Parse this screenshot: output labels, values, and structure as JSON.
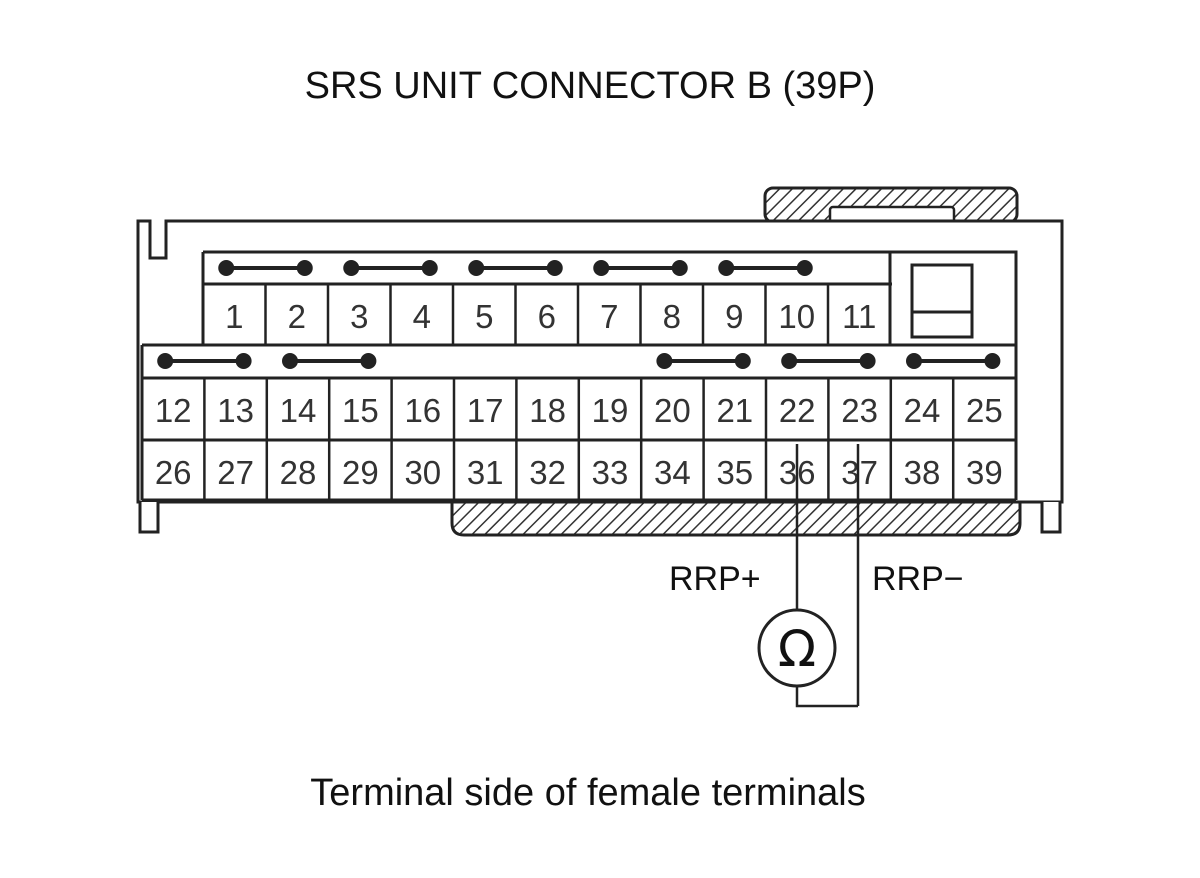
{
  "title": "SRS UNIT CONNECTOR B (39P)",
  "caption": "Terminal side of female terminals",
  "rows": [
    [
      "1",
      "2",
      "3",
      "4",
      "5",
      "6",
      "7",
      "8",
      "9",
      "10",
      "11"
    ],
    [
      "12",
      "13",
      "14",
      "15",
      "16",
      "17",
      "18",
      "19",
      "20",
      "21",
      "22",
      "23",
      "24",
      "25"
    ],
    [
      "26",
      "27",
      "28",
      "29",
      "30",
      "31",
      "32",
      "33",
      "34",
      "35",
      "36",
      "37",
      "38",
      "39"
    ]
  ],
  "shorting_bars": {
    "top": [
      [
        "1",
        "2"
      ],
      [
        "3",
        "4"
      ],
      [
        "5",
        "6"
      ],
      [
        "7",
        "8"
      ],
      [
        "9",
        "10"
      ]
    ],
    "middle": [
      [
        "12",
        "13"
      ],
      [
        "14",
        "15"
      ],
      [
        "20",
        "21"
      ],
      [
        "22",
        "23"
      ],
      [
        "24",
        "25"
      ]
    ]
  },
  "meter": {
    "symbol": "Ω",
    "icon": "ohmmeter-icon",
    "positive_label": "RRP+",
    "negative_label": "RRP−",
    "positive_terminal": "36",
    "negative_terminal": "37"
  }
}
